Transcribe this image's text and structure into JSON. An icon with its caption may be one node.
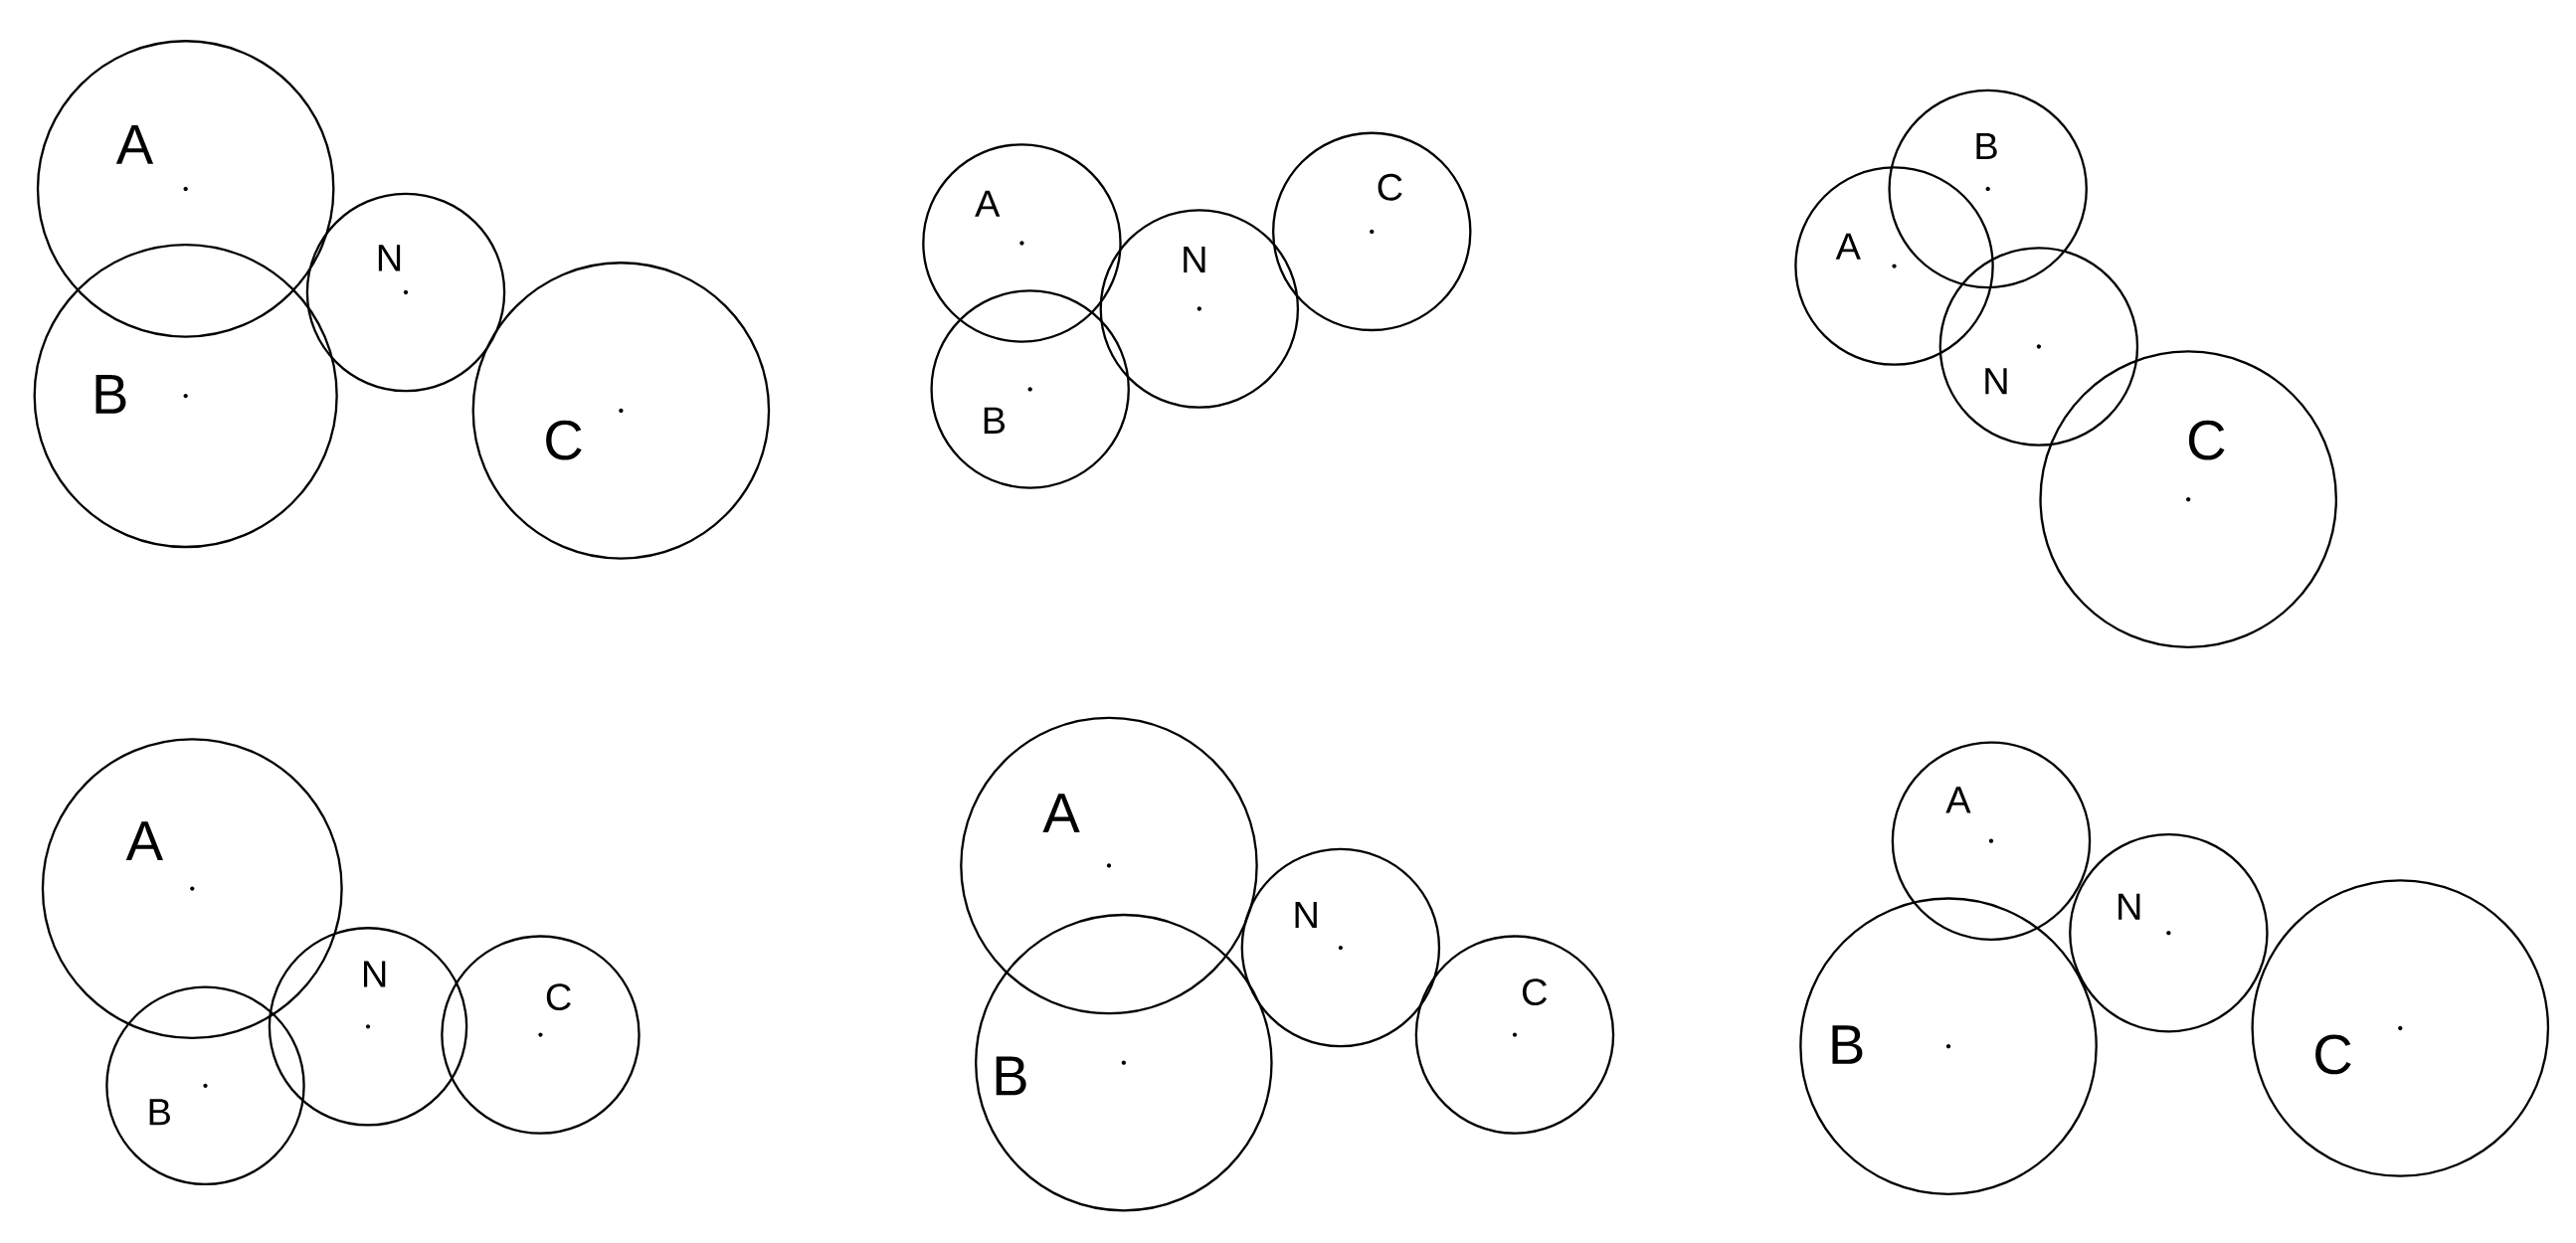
{
  "diagram": {
    "nodes": [
      {
        "text": [
          "A"
        ]
      },
      {
        "text": [
          "B"
        ]
      },
      {
        "text": [
          "N"
        ]
      },
      {
        "text": [
          "C"
        ]
      },
      {
        "text": [
          "A"
        ]
      },
      {
        "text": [
          "B"
        ]
      },
      {
        "text": [
          "N"
        ]
      },
      {
        "text": [
          "C"
        ]
      },
      {
        "text": [
          "A"
        ]
      },
      {
        "text": [
          "B"
        ]
      },
      {
        "text": [
          "N"
        ]
      },
      {
        "text": [
          "C"
        ]
      },
      {
        "text": [
          "A"
        ]
      },
      {
        "text": [
          "B"
        ]
      },
      {
        "text": [
          "N"
        ]
      },
      {
        "text": [
          "C"
        ]
      },
      {
        "text": [
          "A"
        ]
      },
      {
        "text": [
          "B"
        ]
      },
      {
        "text": [
          "N"
        ]
      },
      {
        "text": [
          "C"
        ]
      },
      {
        "text": [
          "A"
        ]
      },
      {
        "text": [
          "B"
        ]
      },
      {
        "text": [
          "N"
        ]
      },
      {
        "text": [
          "C"
        ]
      }
    ]
  }
}
